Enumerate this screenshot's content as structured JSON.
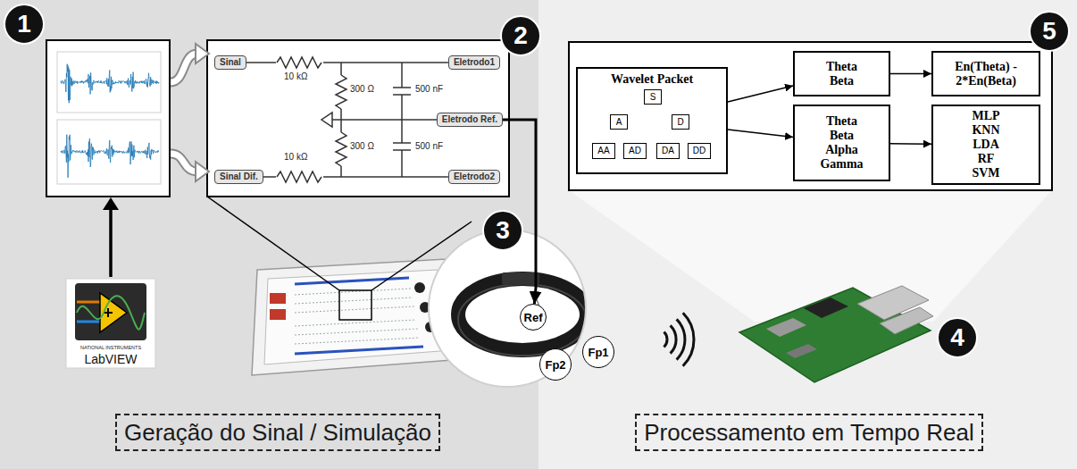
{
  "diagram": {
    "nodes": [
      {
        "text": [
          "Sinal"
        ]
      },
      {
        "text": [
          "Eletrodo1"
        ]
      },
      {
        "text": [
          "Eletrodo Ref."
        ]
      },
      {
        "text": [
          "Sinal Dif."
        ]
      },
      {
        "text": [
          "Eletrodo2"
        ]
      },
      {
        "text": [
          "Ref"
        ]
      },
      {
        "text": [
          "Fp2"
        ]
      },
      {
        "text": [
          "Fp1"
        ]
      },
      {
        "text": [
          "Wavelet Packet"
        ]
      },
      {
        "text": [
          "S"
        ],
        "in": 8
      },
      {
        "text": [
          "A"
        ],
        "in": 8
      },
      {
        "text": [
          "D"
        ],
        "in": 8
      },
      {
        "text": [
          "AA"
        ],
        "in": 8
      },
      {
        "text": [
          "AD"
        ],
        "in": 8
      },
      {
        "text": [
          "DA"
        ],
        "in": 8
      },
      {
        "text": [
          "DD"
        ],
        "in": 8
      },
      {
        "text": [
          "Theta Beta"
        ]
      },
      {
        "text": [
          "Theta Beta Alpha Gamma"
        ]
      },
      {
        "text": [
          "En(Theta) - 2*En(Beta)"
        ]
      },
      {
        "text": [
          "MLP KNN LDA RF SVM"
        ]
      },
      {
        "text": [
          "Geração do Sinal / Simulação"
        ]
      },
      {
        "text": [
          "Processamento em Tempo Real"
        ]
      }
    ],
    "edges": [
      {
        "from": 0,
        "to": 1,
        "arrow": "none"
      },
      {
        "from": 3,
        "to": 4,
        "arrow": "none"
      },
      {
        "from": 2,
        "to": 5,
        "arrow": "to"
      },
      {
        "from": 9,
        "to": 10,
        "arrow": "none"
      },
      {
        "from": 9,
        "to": 11,
        "arrow": "none"
      },
      {
        "from": 10,
        "to": 12,
        "arrow": "none"
      },
      {
        "from": 10,
        "to": 13,
        "arrow": "none"
      },
      {
        "from": 11,
        "to": 14,
        "arrow": "none"
      },
      {
        "from": 11,
        "to": 15,
        "arrow": "none"
      },
      {
        "from": 8,
        "to": 16,
        "arrow": "to"
      },
      {
        "from": 8,
        "to": 17,
        "arrow": "to"
      },
      {
        "from": 16,
        "to": 18,
        "arrow": "to"
      },
      {
        "from": 17,
        "to": 19,
        "arrow": "to"
      }
    ],
    "labels": [
      "1",
      "2",
      "5",
      "10 kΩ",
      "300 Ω",
      "500 nF",
      "10 kΩ",
      "300 Ω",
      "500 nF",
      "NATIONAL INSTRUMENTS",
      "LabVIEW",
      "3",
      "4"
    ]
  }
}
